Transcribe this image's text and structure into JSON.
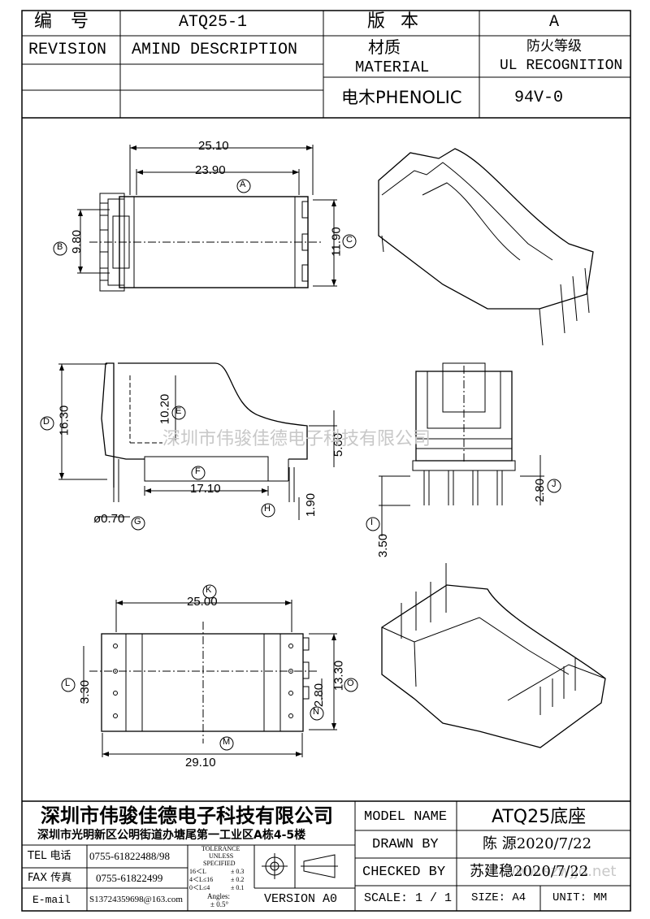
{
  "header": {
    "code_label": "编 号",
    "part_no": "ATQ25-1",
    "version_label": "版 本",
    "version_value": "A",
    "revision_label": "REVISION",
    "amend_label": "AMIND DESCRIPTION",
    "material_cn": "材质",
    "material_en": "MATERIAL",
    "fire_cn": "防火等级",
    "fire_en": "UL RECOGNITION",
    "material_value": "电木PHENOLIC",
    "ul_value": "94V-0"
  },
  "dimensions": {
    "d25_10": "25.10",
    "d23_90": "23.90",
    "d9_80": "9.80",
    "d11_90": "11.90",
    "d16_30": "16.30",
    "d10_20": "10.20",
    "d5_60": "5.60",
    "d17_10": "17.10",
    "d1_90": "1.90",
    "d0_70": "ø0.70",
    "d2_80": "2.80",
    "d3_50": "3.50",
    "d25_00": "25.00",
    "d3_30": "3.30",
    "d13_30": "13.30",
    "d2_80b": "2.80",
    "d29_10": "29.10"
  },
  "markers": {
    "A": "A",
    "B": "B",
    "C": "C",
    "D": "D",
    "E": "E",
    "F": "F",
    "G": "G",
    "H": "H",
    "I": "I",
    "J": "J",
    "K": "K",
    "L": "L",
    "M": "M",
    "N": "N",
    "O": "O"
  },
  "watermark": "深圳市伟骏佳德电子科技有限公司",
  "watermark_url": "www.szwjjd.net",
  "footer": {
    "company": "深圳市伟骏佳德电子科技有限公司",
    "address": "深圳市光明新区公明街道办塘尾第一工业区A栋4-5楼",
    "tel_label": "TEL 电话",
    "tel_value": "0755-61822488/98",
    "fax_label": "FAX 传真",
    "fax_value": "0755-61822499",
    "email_label": "E-mail",
    "email_value": "S13724359698@163.com",
    "tol_title": "TOLERANCE",
    "tol_unless": "UNLESS",
    "tol_specified": "SPECIFIED",
    "tol_r1": "16＜L",
    "tol_v1": "± 0.3",
    "tol_r2": "4＜L≤16",
    "tol_v2": "± 0.2",
    "tol_r3": "0＜L≤4",
    "tol_v3": "± 0.1",
    "tol_angles": "Angles:",
    "tol_angles_v": "± 0.5°",
    "version_label": "VERSION A0",
    "model_label": "MODEL NAME",
    "model_value": "ATQ25底座",
    "drawn_label": "DRAWN BY",
    "drawn_value": "陈 源2020/7/22",
    "checked_label": "CHECKED BY",
    "checked_value": "苏建稳2020/7/22",
    "scale_label": "SCALE: 1 / 1",
    "size_label": "SIZE: A4",
    "unit_label": "UNIT: MM"
  }
}
